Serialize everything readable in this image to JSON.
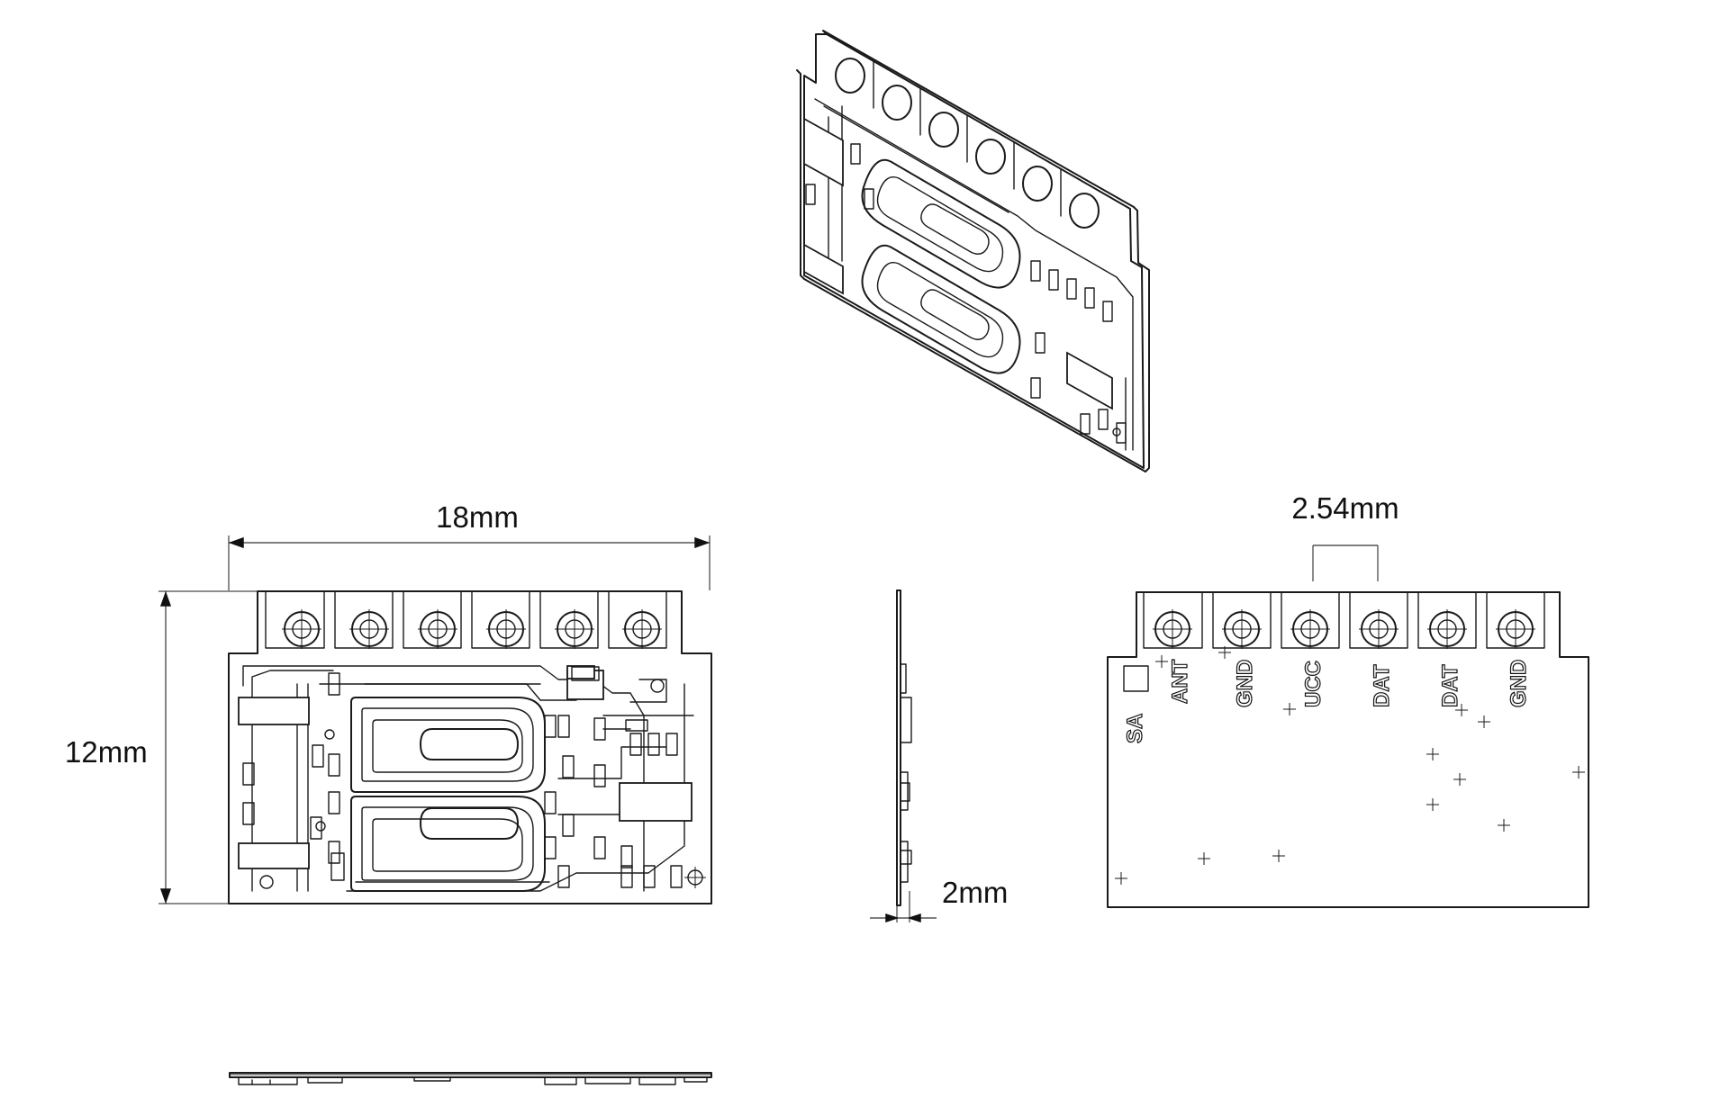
{
  "dimensions": {
    "width": "18mm",
    "height": "12mm",
    "thickness": "2mm",
    "pin_pitch": "2.54mm"
  },
  "pin_labels": [
    "ANT",
    "GND",
    "UCC",
    "DAT",
    "DAT",
    "GND"
  ],
  "board_marking": "SA"
}
